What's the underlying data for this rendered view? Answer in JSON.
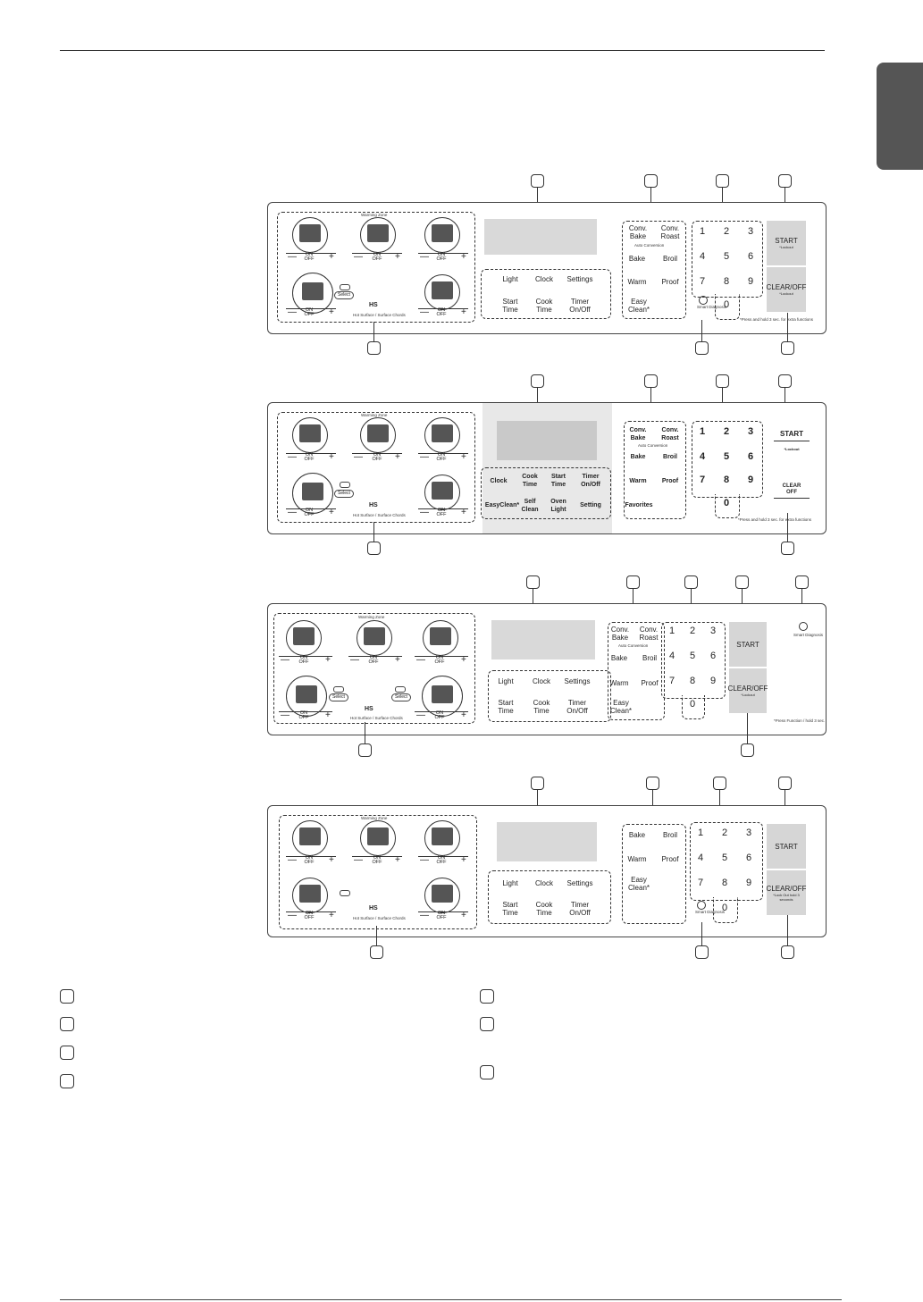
{
  "labels": {
    "on": "ON",
    "off": "OFF",
    "minus": "—",
    "plus": "+",
    "warming_zone": "Warming Zone",
    "select": "Select",
    "hs": "HS",
    "hot_surface": "Hot Surface  /  Surface Chords",
    "light": "Light",
    "clock": "Clock",
    "settings": "Settings",
    "setting": "Setting",
    "start": "Start",
    "time": "Time",
    "cook": "Cook",
    "timer": "Timer",
    "on_off": "On/Off",
    "conv": "Conv.",
    "bake": "Bake",
    "roast": "Roast",
    "auto_conversion": "Auto Conversion",
    "broil": "Broil",
    "warm": "Warm",
    "proof": "Proof",
    "easy": "Easy",
    "clean_star": "Clean*",
    "easyclean": "EasyClean*",
    "self": "Self",
    "clean": "Clean",
    "oven": "Oven",
    "favorites": "Favorites",
    "smart": "Smart",
    "diagnosis": "Diagnosis",
    "start_btn": "START",
    "lockout": "*Lockout",
    "clear_off": "CLEAR/OFF",
    "clear": "CLEAR",
    "off_word": "OFF",
    "hold3": "*Lock Out hold 3 seconds",
    "press_hold_3s": "*Press and hold 3 sec. for extra functions",
    "press_function": "*Press Function / hold 3 sec."
  },
  "keypad": [
    "1",
    "2",
    "3",
    "4",
    "5",
    "6",
    "7",
    "8",
    "9",
    "0"
  ]
}
